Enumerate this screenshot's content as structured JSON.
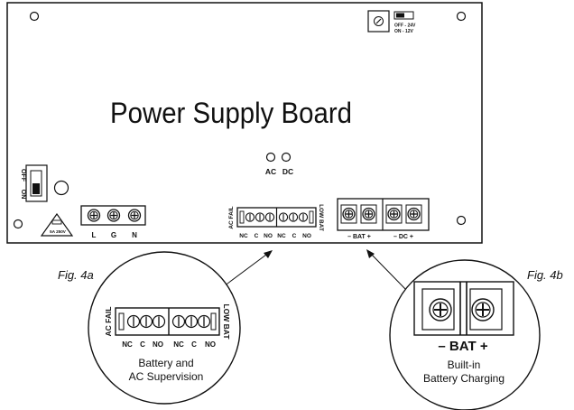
{
  "board": {
    "title": "Power Supply Board",
    "voltage_switch": {
      "off_label": "OFF - 24V",
      "on_label": "ON - 12V"
    },
    "power_switch": {
      "off_label": "OFF",
      "on_label": "ON"
    },
    "fuse_label": "5A 250V",
    "ac_terminals": [
      "L",
      "G",
      "N"
    ],
    "leds": [
      "AC",
      "DC"
    ],
    "relay_block": {
      "left_label": "AC FAIL",
      "right_label": "LOW BAT",
      "contacts": [
        "NC",
        "C",
        "NO",
        "NC",
        "C",
        "NO"
      ]
    },
    "power_terminals": {
      "bat_label": "– BAT +",
      "dc_label": "– DC +"
    }
  },
  "fig4a": {
    "label": "Fig. 4a",
    "left_label": "AC FAIL",
    "right_label": "LOW BAT",
    "contacts": [
      "NC",
      "C",
      "NO",
      "NC",
      "C",
      "NO"
    ],
    "caption_line1": "Battery and",
    "caption_line2": "AC Supervision"
  },
  "fig4b": {
    "label": "Fig. 4b",
    "bat_label": "– BAT +",
    "caption_line1": "Built-in",
    "caption_line2": "Battery Charging"
  }
}
